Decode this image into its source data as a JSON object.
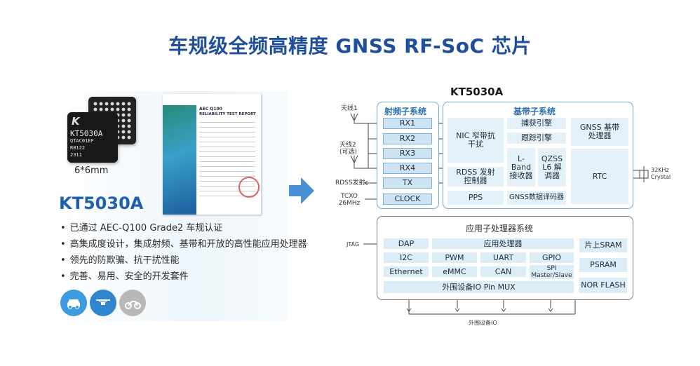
{
  "title": "车规级全频高精度 GNSS RF-SoC 芯片",
  "chip": {
    "marking": [
      "KT5030A",
      "QTAC01EF",
      "R8122",
      "2311"
    ],
    "caption": "6*6mm"
  },
  "report": {
    "head1": "AEC Q100",
    "head2": "RELIABILITY TEST REPORT"
  },
  "product": {
    "name": "KT5030A",
    "features": [
      "已通过 AEC-Q100 Grade2 车规认证",
      "高集成度设计，集成射频、基带和开放的高性能应用处理器",
      "领先的防欺骗、抗干扰性能",
      "完善、易用、安全的开发套件"
    ]
  },
  "icons": [
    "car-icon",
    "drone-icon",
    "motorcycle-icon"
  ],
  "colors": {
    "title": "#1f4e9b",
    "accent": "#1f5fb0",
    "block": "#cfe4f3",
    "group_border": "#6aa9d8"
  },
  "diagram": {
    "title": "KT5030A",
    "rf": {
      "title": "射频子系统",
      "blocks": [
        "RX1",
        "RX2",
        "RX3",
        "RX4",
        "TX",
        "CLOCK"
      ]
    },
    "bb": {
      "title": "基带子系统",
      "nic": "NIC 窄带抗干扰",
      "capture": "捕获引擎",
      "track": "跟踪引擎",
      "lband": "L-Band 接收器",
      "qzss": "QZSS L6 解调器",
      "gnss": "GNSS 基带处理器",
      "rdss": "RDSS 发射控制器",
      "rtc": "RTC",
      "pps": "PPS",
      "decoder": "GNSS数据译码器"
    },
    "app": {
      "title": "应用子处理器系统",
      "dap": "DAP",
      "processor": "应用处理器",
      "i2c": "I2C",
      "pwm": "PWM",
      "uart": "UART",
      "gpio": "GPIO",
      "ethernet": "Ethernet",
      "emmc": "eMMC",
      "can": "CAN",
      "spi": "SPI Master/Slave",
      "mux": "外围设备IO Pin MUX",
      "sram": "片上SRAM",
      "psram": "PSRAM",
      "nor": "NOR FLASH"
    },
    "labels": {
      "ant1": "天线1",
      "ant2": "天线2 (可选)",
      "rdss": "RDSS发射",
      "tcxo": "TCXO 26MHz",
      "crystal": "32KHz Crystal",
      "jtag": "JTAG",
      "io": "外围设备IO"
    }
  }
}
